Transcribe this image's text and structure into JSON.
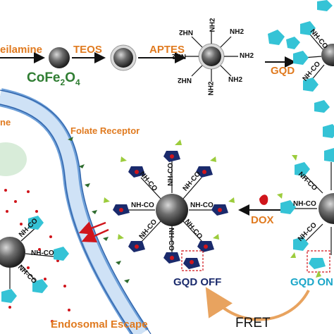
{
  "labels": {
    "oleylamine": "eilamine",
    "teos": "TEOS",
    "aptes": "APTES",
    "gqd": "GQD",
    "core_prefix": "CoFe",
    "core_sub1": "2",
    "core_mid": "O",
    "core_sub2": "4",
    "folate_receptor": "Folate Receptor",
    "membrane_fragment": "ne",
    "dox": "DOX",
    "gqd_off": "GQD OFF",
    "gqd_on": "GQD ON",
    "fret": "FRET",
    "endosomal_escape": "Endosomal Escape",
    "nh2": "NH2",
    "nh_co": "NH-CO"
  },
  "colors": {
    "label_orange": "#e07a1f",
    "core_green": "#2f7d32",
    "gqd_cyan": "#35c3d6",
    "gqd_navy": "#1a2a6c",
    "dox_red": "#d0151b",
    "membrane_blue": "#6d9fd8",
    "folate_green": "#6aa84f",
    "fret_arrow": "#e8a35f"
  }
}
